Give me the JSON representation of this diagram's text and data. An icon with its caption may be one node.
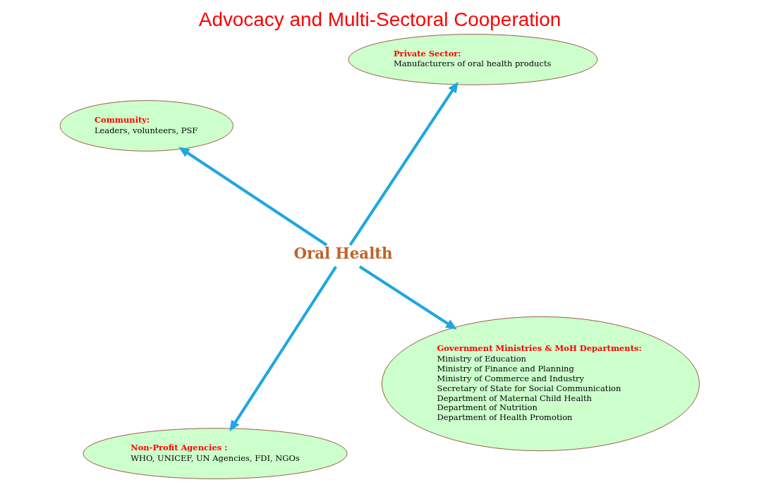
{
  "diagram": {
    "title": "Advocacy and Multi-Sectoral Cooperation",
    "nodes": [
      {
        "text": [
          "Oral Health"
        ]
      },
      {
        "text": [
          "Government Ministries & MoH Departments:",
          "Ministry of Education",
          "Ministry of Finance and Planning",
          "Ministry of Commerce and Industry",
          "Secretary of State for Social Communication",
          "Department of Maternal Child Health",
          "Department of Nutrition",
          "Department of Health Promotion"
        ]
      },
      {
        "text": [
          "Non-Profit Agencies :",
          "WHO, UNICEF, UN Agencies, FDI, NGOs"
        ]
      },
      {
        "text": [
          "Community:",
          "Leaders, volunteers, PSF"
        ]
      },
      {
        "text": [
          "Private Sector:",
          "Manufacturers of oral health products"
        ]
      }
    ],
    "edges": [
      {
        "from": 0,
        "to": 1,
        "arrow": "to"
      },
      {
        "from": 0,
        "to": 2,
        "arrow": "to"
      },
      {
        "from": 0,
        "to": 3,
        "arrow": "to"
      },
      {
        "from": 0,
        "to": 4,
        "arrow": "to"
      }
    ]
  }
}
